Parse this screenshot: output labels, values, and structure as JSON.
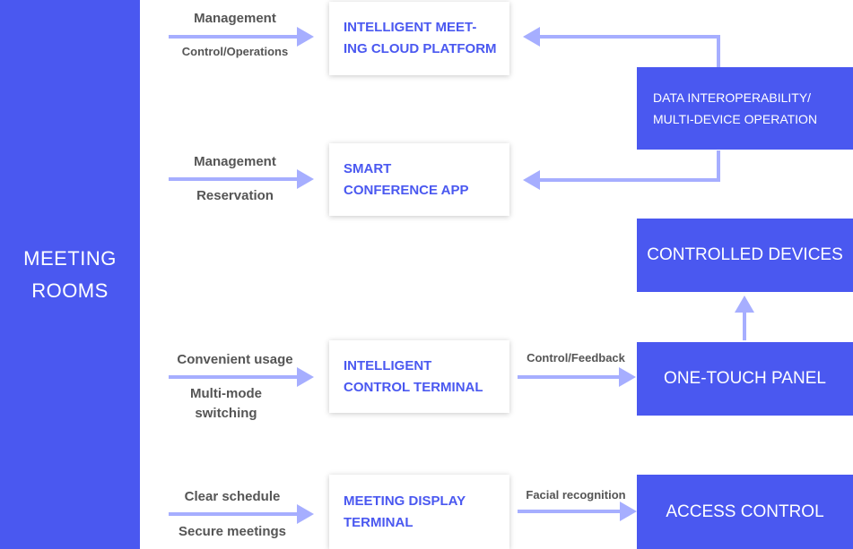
{
  "colors": {
    "accent": "#4a58f0",
    "arrow": "#a6aeff",
    "label": "#555555"
  },
  "rooms": {
    "label": "MEETING ROOMS"
  },
  "rows": [
    {
      "upper_label": "Management",
      "lower_label": "Control/Operations",
      "card": "INTELLIGENT MEET-ING CLOUD PLATFORM"
    },
    {
      "upper_label": "Management",
      "lower_label": "Reservation",
      "card": "SMART CONFERENCE APP"
    },
    {
      "upper_label": "Convenient usage",
      "lower_label": "Multi-mode switching",
      "card": "INTELLIGENT CONTROL TERMINAL",
      "link_label": "Control/Feedback",
      "target": "ONE-TOUCH PANEL"
    },
    {
      "upper_label": "Clear schedule",
      "lower_label": "Secure meetings",
      "card": "MEETING DISPLAY TERMINAL",
      "link_label": "Facial recognition",
      "target": "ACCESS CONTROL"
    }
  ],
  "right_boxes": {
    "data_interop": "DATA INTEROPERABILITY/ MULTI-DEVICE OPERATION",
    "controlled_devices": "CONTROLLED DEVICES"
  }
}
